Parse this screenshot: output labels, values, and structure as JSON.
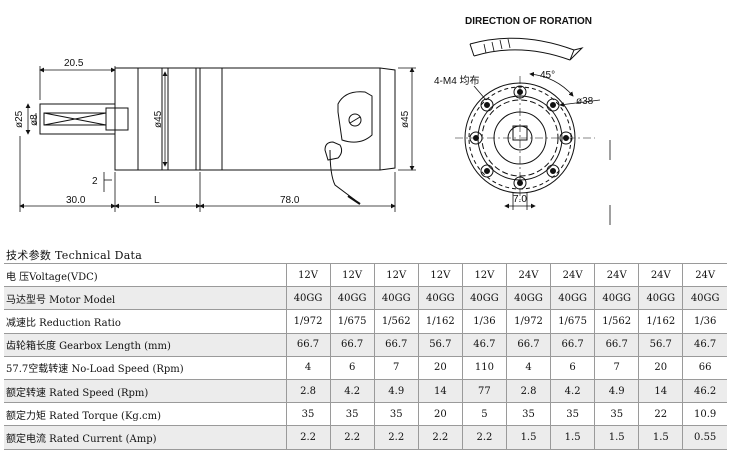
{
  "drawing": {
    "direction_title": "DIRECTION OF RORATION",
    "dims": {
      "shaft_length": "20.5",
      "shaft_diameter": "ø25",
      "flat_size": "ø8",
      "gearbox_diameter": "ø45",
      "motor_diameter": "ø45",
      "key_depth": "2",
      "face_offset": "30.0",
      "gearbox_length": "L",
      "motor_length": "78.0",
      "hole_spec": "4-M4 均布",
      "angle": "45°",
      "bolt_circle": "ø38",
      "shaft_flat": "7.0"
    }
  },
  "specs": {
    "title": "技术参数 Technical Data",
    "rows": [
      {
        "label": "电 压Voltage(VDC)",
        "values": [
          "12V",
          "12V",
          "12V",
          "12V",
          "12V",
          "24V",
          "24V",
          "24V",
          "24V",
          "24V"
        ]
      },
      {
        "label": "马达型号 Motor Model",
        "values": [
          "40GG",
          "40GG",
          "40GG",
          "40GG",
          "40GG",
          "40GG",
          "40GG",
          "40GG",
          "40GG",
          "40GG"
        ]
      },
      {
        "label": "减速比 Reduction Ratio",
        "values": [
          "1/972",
          "1/675",
          "1/562",
          "1/162",
          "1/36",
          "1/972",
          "1/675",
          "1/562",
          "1/162",
          "1/36"
        ]
      },
      {
        "label": "齿轮箱长度 Gearbox Length (mm)",
        "values": [
          "66.7",
          "66.7",
          "66.7",
          "56.7",
          "46.7",
          "66.7",
          "66.7",
          "66.7",
          "56.7",
          "46.7"
        ]
      },
      {
        "label": "57.7空载转速 No-Load Speed (Rpm)",
        "values": [
          "4",
          "6",
          "7",
          "20",
          "110",
          "4",
          "6",
          "7",
          "20",
          "66"
        ]
      },
      {
        "label": "额定转速 Rated Speed (Rpm)",
        "values": [
          "2.8",
          "4.2",
          "4.9",
          "14",
          "77",
          "2.8",
          "4.2",
          "4.9",
          "14",
          "46.2"
        ]
      },
      {
        "label": "额定力矩 Rated Torque (Kg.cm)",
        "values": [
          "35",
          "35",
          "35",
          "20",
          "5",
          "35",
          "35",
          "35",
          "22",
          "10.9"
        ]
      },
      {
        "label": "额定电流 Rated Current (Amp)",
        "values": [
          "2.2",
          "2.2",
          "2.2",
          "2.2",
          "2.2",
          "1.5",
          "1.5",
          "1.5",
          "1.5",
          "0.55"
        ]
      }
    ]
  }
}
